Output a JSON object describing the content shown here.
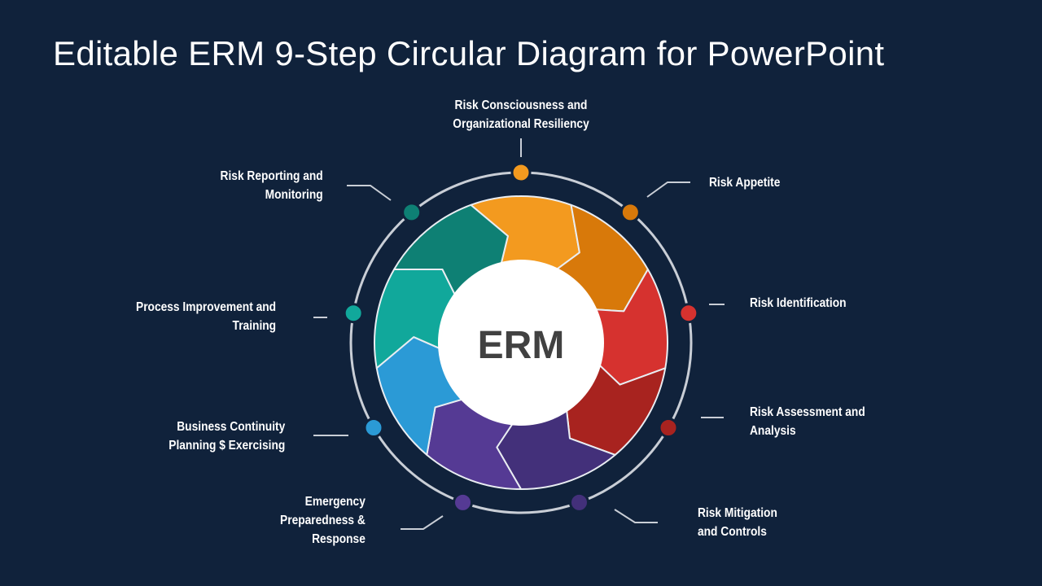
{
  "title": "Editable ERM 9-Step Circular Diagram for PowerPoint",
  "center_label": "ERM",
  "steps": [
    {
      "label": "Risk Consciousness and\nOrganizational Resiliency",
      "color": "#f39a1f"
    },
    {
      "label": "Risk Appetite",
      "color": "#d8790a"
    },
    {
      "label": "Risk Identification",
      "color": "#d6322f"
    },
    {
      "label": "Risk Assessment  and\nAnalysis",
      "color": "#a8231f"
    },
    {
      "label": "Risk Mitigation\nand Controls",
      "color": "#43307a"
    },
    {
      "label": "Emergency\nPreparedness  &\nResponse",
      "color": "#553a94"
    },
    {
      "label": "Business Continuity\nPlanning $ Exercising",
      "color": "#2b9ad6"
    },
    {
      "label": "Process Improvement and\nTraining",
      "color": "#11a89b"
    },
    {
      "label": "Risk Reporting and\nMonitoring",
      "color": "#0e8074"
    }
  ]
}
